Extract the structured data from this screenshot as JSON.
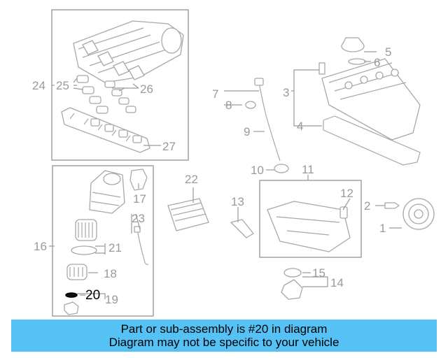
{
  "callouts": {
    "c1": "1",
    "c2": "2",
    "c3": "3",
    "c4": "4",
    "c5": "5",
    "c6": "6",
    "c7": "7",
    "c8": "8",
    "c9": "9",
    "c10": "10",
    "c11": "11",
    "c12": "12",
    "c13": "13",
    "c14": "14",
    "c15": "15",
    "c16": "16",
    "c17": "17",
    "c18": "18",
    "c19": "19",
    "c20": "20",
    "c21": "21",
    "c22": "22",
    "c23": "23",
    "c24": "24",
    "c25": "25",
    "c26": "26",
    "c27": "27"
  },
  "highlight": {
    "part_number": "20",
    "color": "#000000"
  },
  "colors": {
    "line": "#9a9a9a",
    "banner": "#56c1f5"
  },
  "banner": {
    "line1": "Part or sub-assembly is #20 in diagram",
    "line2": "Diagram may not be specific to your vehicle"
  }
}
